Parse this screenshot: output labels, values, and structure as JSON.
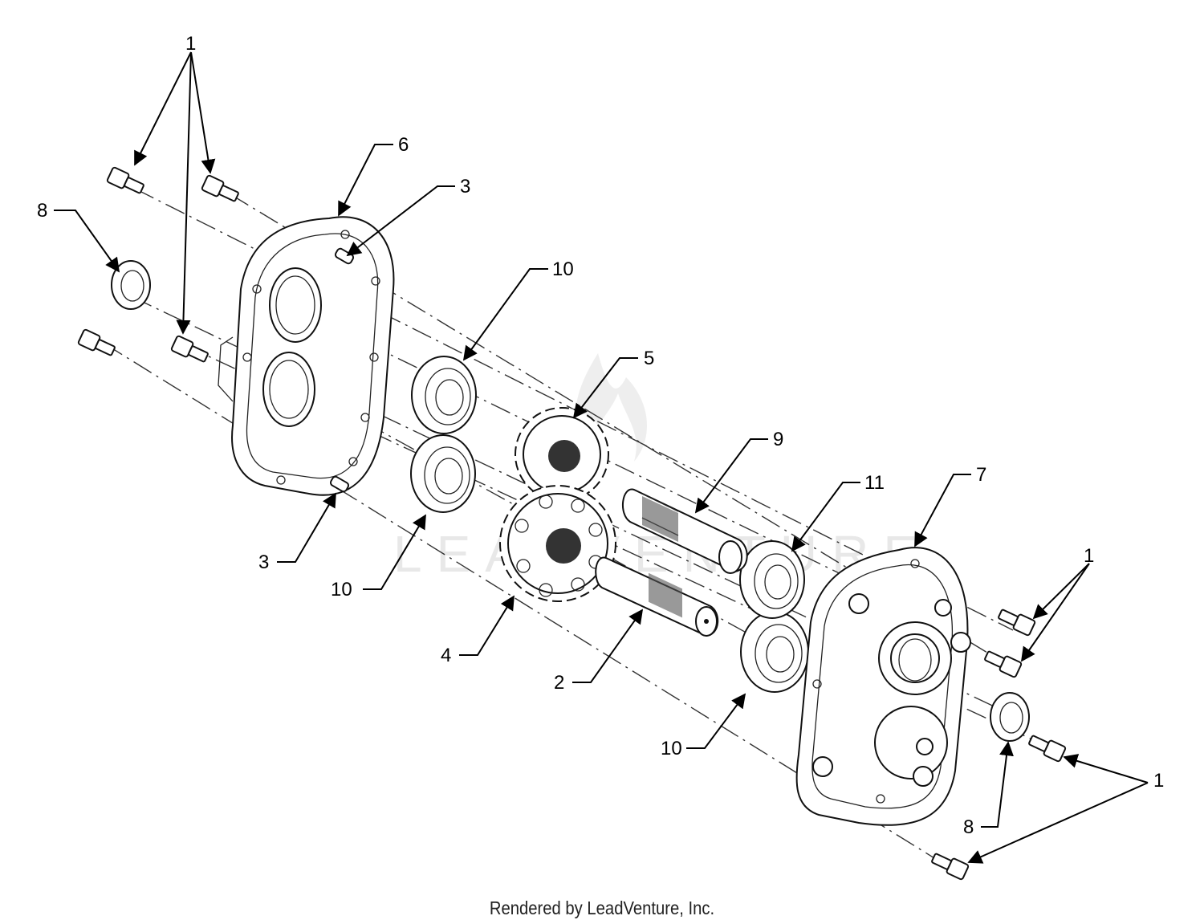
{
  "diagram": {
    "callouts": [
      {
        "id": "c1a",
        "label": "1"
      },
      {
        "id": "c6",
        "label": "6"
      },
      {
        "id": "c3a",
        "label": "3"
      },
      {
        "id": "c8a",
        "label": "8"
      },
      {
        "id": "c10a",
        "label": "10"
      },
      {
        "id": "c5",
        "label": "5"
      },
      {
        "id": "c9",
        "label": "9"
      },
      {
        "id": "c11",
        "label": "11"
      },
      {
        "id": "c7",
        "label": "7"
      },
      {
        "id": "c3b",
        "label": "3"
      },
      {
        "id": "c10b",
        "label": "10"
      },
      {
        "id": "c4",
        "label": "4"
      },
      {
        "id": "c2",
        "label": "2"
      },
      {
        "id": "c10c",
        "label": "10"
      },
      {
        "id": "c1b",
        "label": "1"
      },
      {
        "id": "c8b",
        "label": "8"
      },
      {
        "id": "c1c",
        "label": "1"
      }
    ],
    "watermark": "LEADVENTURE",
    "credit": "Rendered by LeadVenture, Inc."
  }
}
